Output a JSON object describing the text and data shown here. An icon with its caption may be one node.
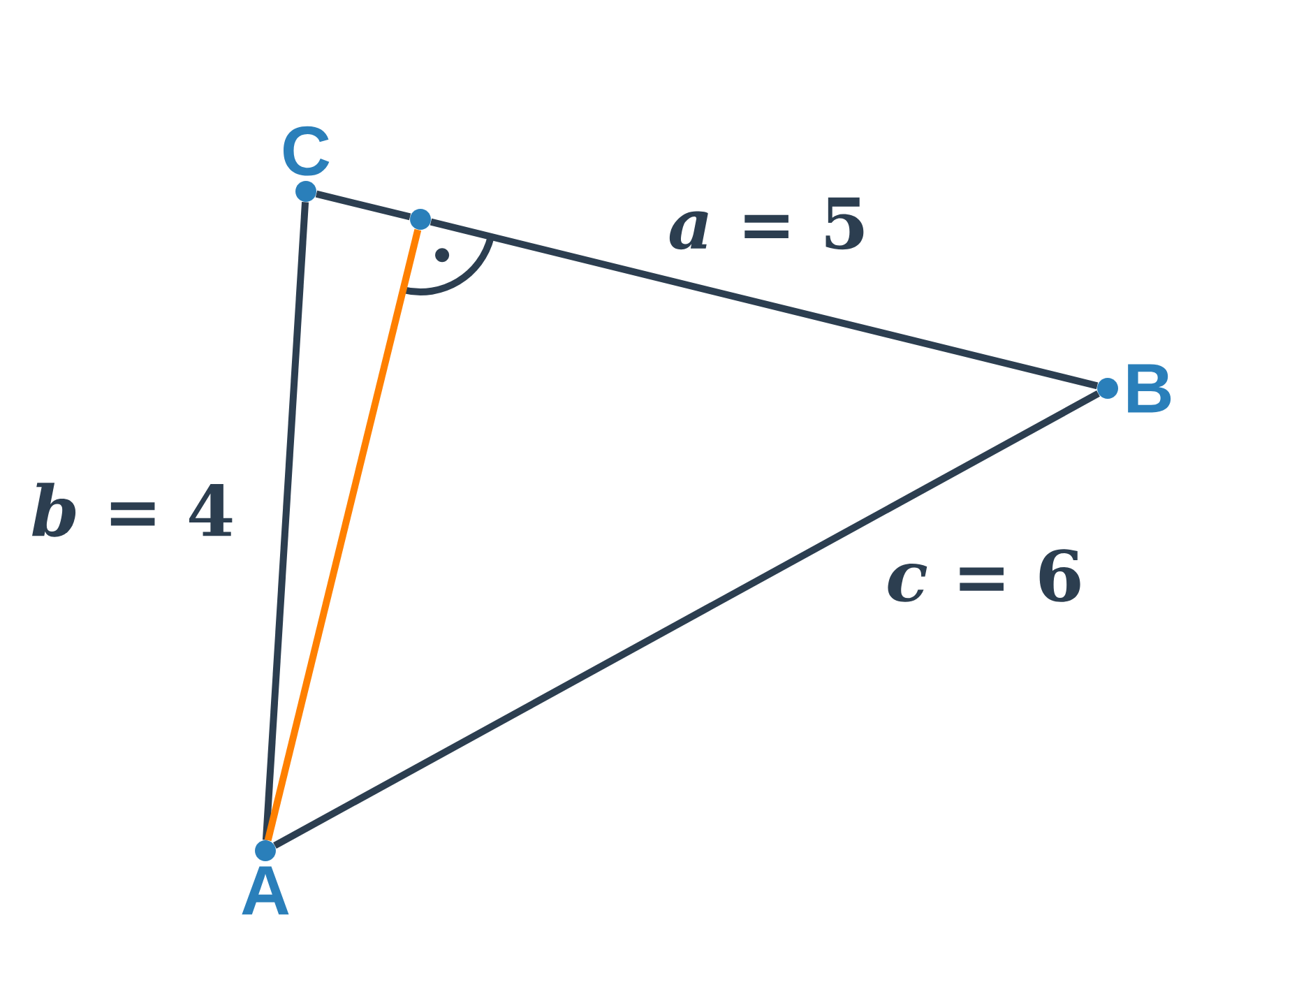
{
  "diagram": {
    "nodes": [
      {
        "text": [
          "C"
        ]
      },
      {
        "text": [
          "B"
        ]
      },
      {
        "text": [
          "A"
        ]
      },
      {
        "text": [],
        "shape": "circle"
      }
    ],
    "edges": [
      {
        "from": 0,
        "to": 3,
        "arrow": "none"
      },
      {
        "from": 3,
        "to": 1,
        "arrow": "none",
        "label": "*a* = 5"
      },
      {
        "from": 0,
        "to": 2,
        "arrow": "none",
        "label": "*b* = 4"
      },
      {
        "from": 2,
        "to": 1,
        "arrow": "none",
        "label": "*c* = 6"
      },
      {
        "from": 2,
        "to": 3,
        "arrow": "none",
        "color": "#ff8000"
      }
    ]
  }
}
